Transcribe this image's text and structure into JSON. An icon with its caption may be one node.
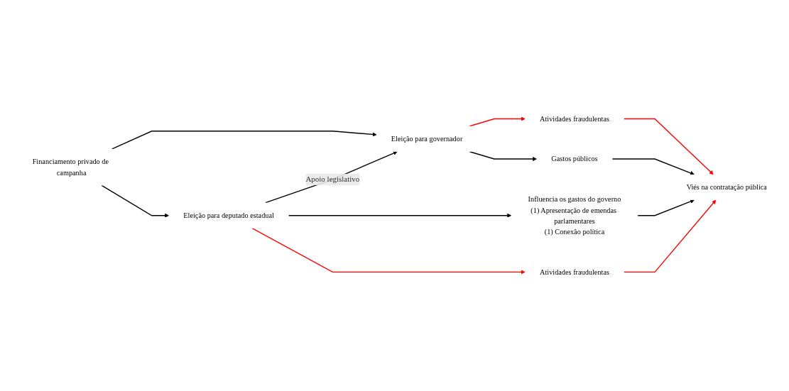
{
  "diagram": {
    "nodes": [
      {
        "text": [
          "Financiamento privado de campanha"
        ]
      },
      {
        "text": [
          "Eleição para governador"
        ]
      },
      {
        "text": [
          "Eleição para deputado estadual"
        ]
      },
      {
        "text": [
          "Atividades fraudulentas"
        ]
      },
      {
        "text": [
          "Gastos públicos"
        ]
      },
      {
        "text": [
          "Viés na contratação pública"
        ]
      },
      {
        "text": [
          "Influencia os gastos do governo",
          "(1) Apresentação de emendas parlamentares",
          "(1) Conexão política"
        ]
      },
      {
        "text": [
          "Atividades fraudulentas"
        ]
      }
    ],
    "edges": [
      {
        "from": 0,
        "to": 1,
        "arrow": "to"
      },
      {
        "from": 0,
        "to": 2,
        "arrow": "to"
      },
      {
        "from": 2,
        "to": 1,
        "arrow": "to",
        "label": "Apoio legislativo"
      },
      {
        "from": 1,
        "to": 3,
        "arrow": "to",
        "color": "#ff0000"
      },
      {
        "from": 1,
        "to": 4,
        "arrow": "to"
      },
      {
        "from": 3,
        "to": 5,
        "arrow": "to",
        "color": "#ff0000"
      },
      {
        "from": 4,
        "to": 5,
        "arrow": "to"
      },
      {
        "from": 2,
        "to": 6,
        "arrow": "to"
      },
      {
        "from": 6,
        "to": 5,
        "arrow": "to"
      },
      {
        "from": 2,
        "to": 7,
        "arrow": "to",
        "color": "#ff0000"
      },
      {
        "from": 7,
        "to": 5,
        "arrow": "to",
        "color": "#ff0000"
      }
    ]
  }
}
